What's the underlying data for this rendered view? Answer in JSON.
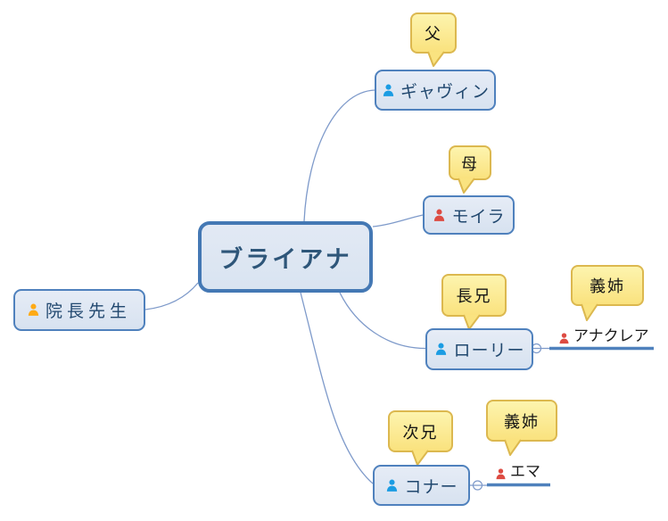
{
  "app": {
    "type": "mind-map-family-tree"
  },
  "root_topic": {
    "label": "ブライアナ"
  },
  "topics": {
    "principal": {
      "label": "院長先生",
      "icon": "person-icon",
      "icon_color": "#FFAA15"
    },
    "gavin": {
      "label": "ギャヴィン",
      "icon": "person-icon",
      "icon_color": "#1B9CE3",
      "callout": "父"
    },
    "moira": {
      "label": "モイラ",
      "icon": "person-icon",
      "icon_color": "#DD4B42",
      "callout": "母"
    },
    "rory": {
      "label": "ローリー",
      "icon": "person-icon",
      "icon_color": "#1B9CE3",
      "callout": "長兄"
    },
    "anaclea": {
      "label": "アナクレア",
      "icon": "person-icon",
      "icon_color": "#DD4B42",
      "callout": "義姉"
    },
    "connor": {
      "label": "コナー",
      "icon": "person-icon",
      "icon_color": "#1B9CE3",
      "callout": "次兄"
    },
    "emma": {
      "label": "エマ",
      "icon": "person-icon",
      "icon_color": "#DD4B42",
      "callout": "義姉"
    }
  },
  "colors": {
    "topic_border": "#4F81BD",
    "topic_fill": "#DCE6F1",
    "root_border": "#4478B4",
    "callout_fill_top": "#FDF4AE",
    "callout_fill_bottom": "#FAE27E",
    "callout_border": "#DCB84F",
    "connector": "#7E9ACA",
    "underline": "#4F81BD",
    "topic_text": "#21486F",
    "callout_text": "#151515"
  }
}
